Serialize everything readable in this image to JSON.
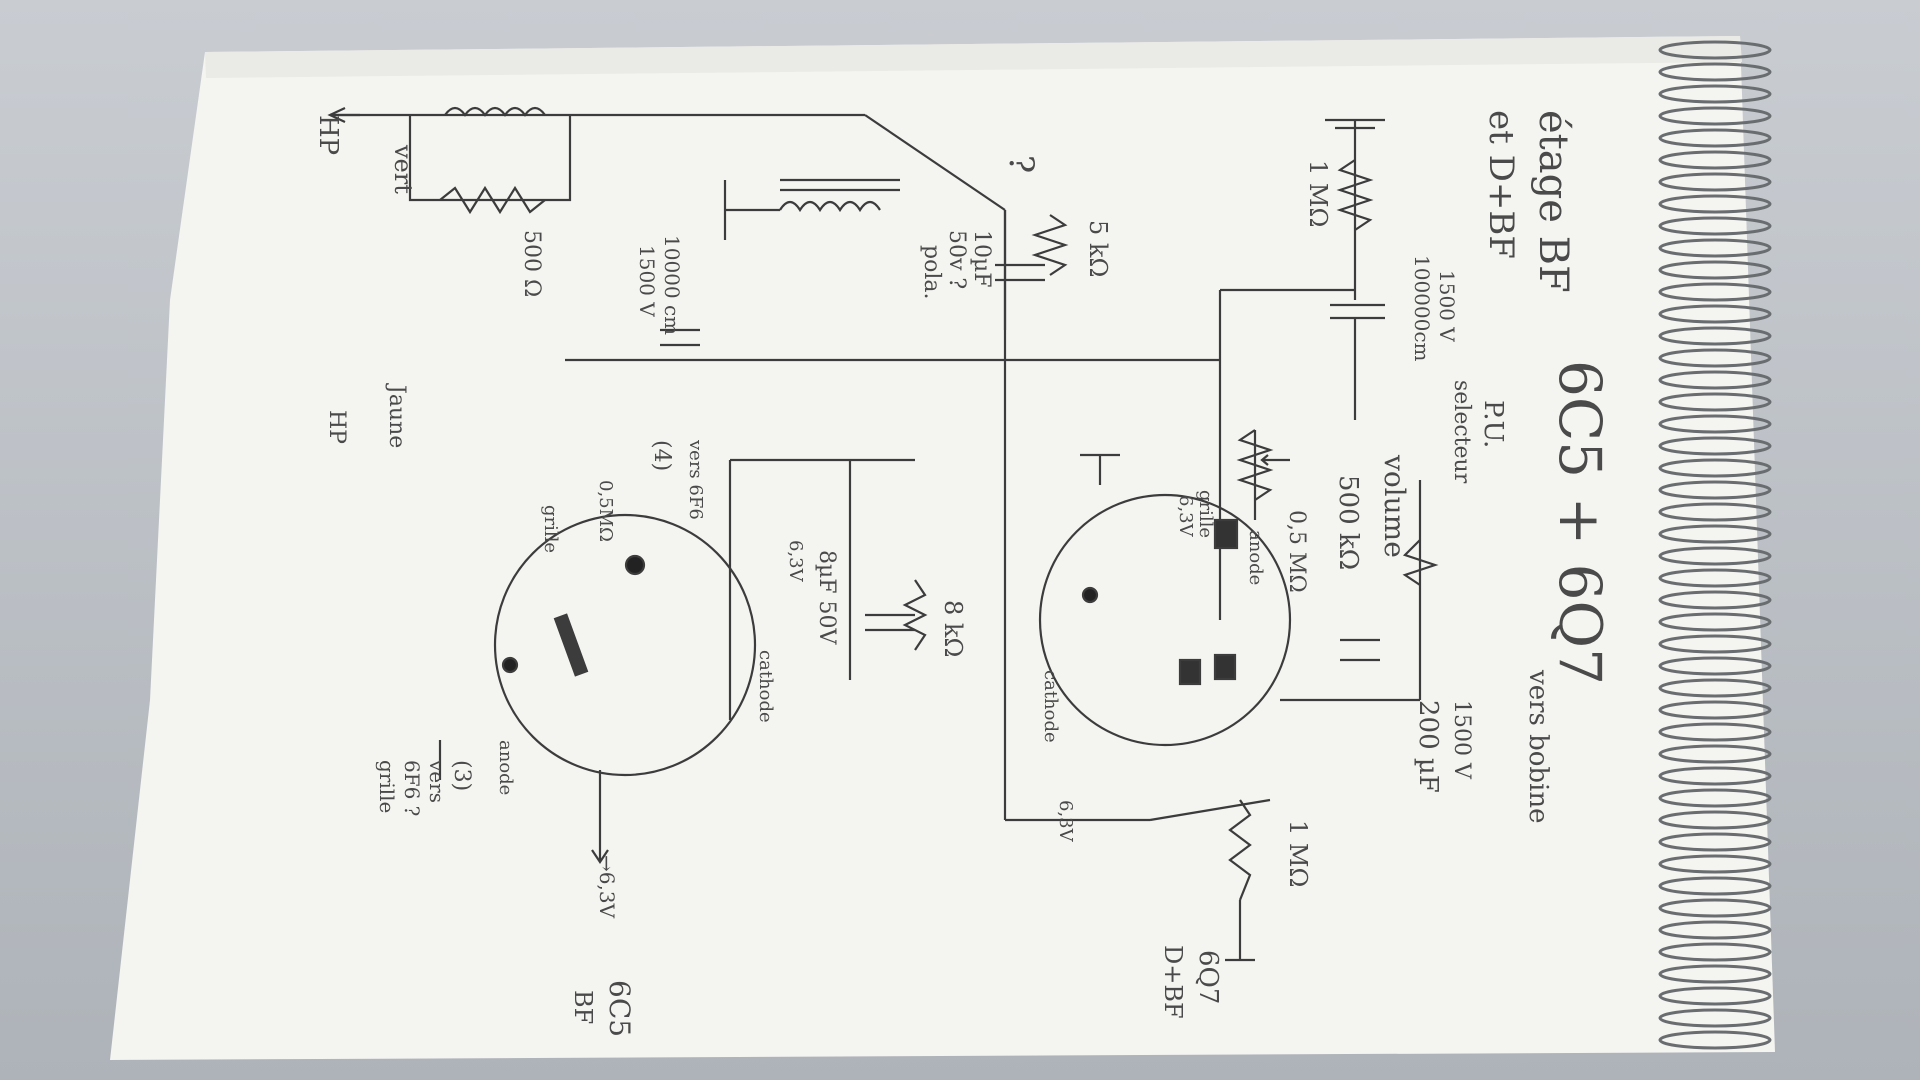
{
  "title": {
    "line1": "étage BF",
    "line2": "et D+BF",
    "tubes": "6C5 + 6Q7"
  },
  "side_labels": {
    "tube_6q7": [
      "6Q7",
      "D+BF"
    ],
    "tube_6c5": [
      "6C5",
      "BF"
    ]
  },
  "components": {
    "r_1m_top": "1 MΩ",
    "c_coupling": [
      "1500 V",
      "100000cm"
    ],
    "pu_switch": [
      "P.U.",
      "selecteur"
    ],
    "volume": [
      "volume",
      "500 kΩ"
    ],
    "r_05m": "0,5 MΩ",
    "r_1m_right": "1 MΩ",
    "c_200": [
      "1500 V",
      "200 µF"
    ],
    "vers_bobine": "vers bobine",
    "r_5k": "5 kΩ",
    "c_10uf": [
      "10µF",
      "50v ?",
      "pola."
    ],
    "c_10000": [
      "10000 cm",
      "1500 V"
    ],
    "r_500": "500 Ω",
    "r_8k": "8 kΩ",
    "c_8uf": [
      "8µF 50V"
    ],
    "r_05m_lower": "0,5MΩ",
    "question": "?",
    "hp_vert": "vert",
    "hp": "HP",
    "jaune": [
      "Jaune",
      "HP"
    ],
    "vers_6f6_4": [
      "vers 6F6",
      "(4)"
    ],
    "vers_6f6_3": [
      "(3)",
      "vers",
      "6F6 ?",
      "grille"
    ],
    "v63_labels": [
      "6,3V",
      "6,3V",
      "6,3V",
      "→6,3V"
    ],
    "pin_labels": {
      "grille": "grille",
      "anode": "anode",
      "cathode": "cathode"
    }
  }
}
